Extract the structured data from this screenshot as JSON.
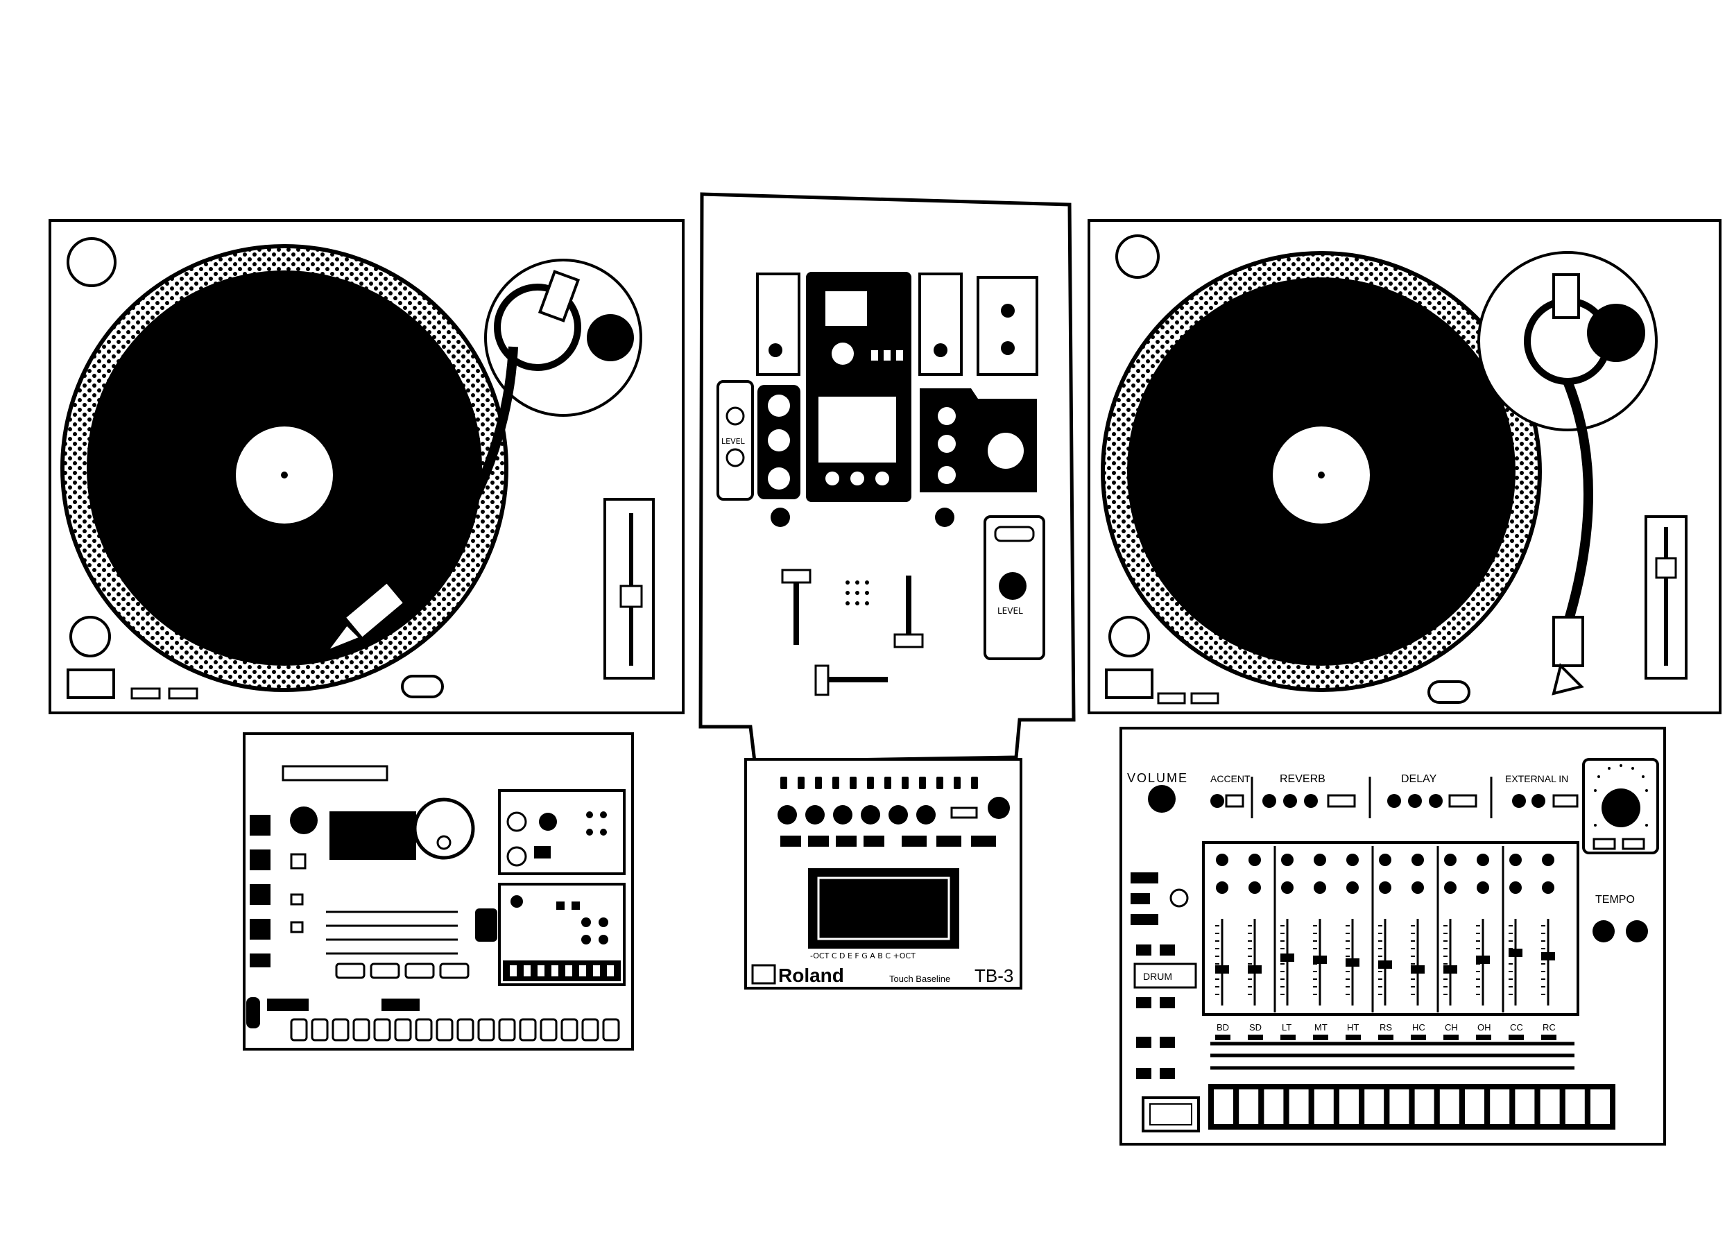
{
  "colors": {
    "ink": "#000000",
    "paper": "#ffffff"
  },
  "mixer": {
    "level_left": "LEVEL",
    "level_right": "LEVEL"
  },
  "tb3": {
    "keys_label": "-OCT C D E F G A B C +OCT",
    "brand": "Roland",
    "product": "Touch Baseline",
    "model": "TB-3"
  },
  "drum": {
    "volume": "VOLUME",
    "accent": "ACCENT",
    "reverb": "REVERB",
    "delay": "DELAY",
    "external": "EXTERNAL IN",
    "tempo": "TEMPO",
    "drum_box": "DRUM",
    "channels": [
      "BD",
      "SD",
      "LT",
      "MT",
      "HT",
      "RS",
      "HC",
      "CH",
      "OH",
      "CC",
      "RC"
    ]
  }
}
